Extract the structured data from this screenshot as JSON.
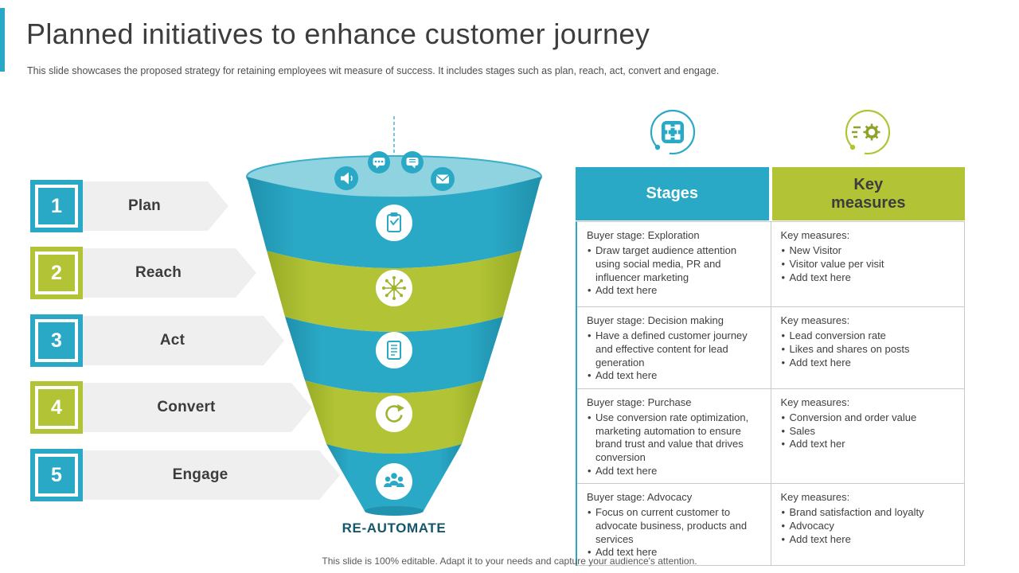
{
  "colors": {
    "teal": "#2aa9c7",
    "green": "#b2c435",
    "light_blue": "#8fd2e0",
    "arrow_gray": "#efefef",
    "text_dark": "#3d3d3d"
  },
  "slide": {
    "title": "Planned initiatives to enhance customer journey",
    "subtitle": "This slide showcases the proposed strategy for retaining employees wit measure of success. It includes stages such as plan, reach, act, convert and engage.",
    "footer": "This slide is 100% editable. Adapt it to your needs and capture your audience's attention."
  },
  "stage_list": [
    {
      "number": "1",
      "label": "Plan"
    },
    {
      "number": "2",
      "label": "Reach"
    },
    {
      "number": "3",
      "label": "Act"
    },
    {
      "number": "4",
      "label": "Convert"
    },
    {
      "number": "5",
      "label": "Engage"
    }
  ],
  "funnel": {
    "caption": "RE-AUTOMATE",
    "top_icons": [
      "speaker-icon",
      "chat-dots-icon",
      "chat-lines-icon",
      "mail-icon"
    ],
    "layers": [
      {
        "color": "#2aa9c7",
        "icon": "clipboard-icon"
      },
      {
        "color": "#b2c435",
        "icon": "network-icon"
      },
      {
        "color": "#2aa9c7",
        "icon": "document-icon"
      },
      {
        "color": "#b2c435",
        "icon": "refresh-icon"
      },
      {
        "color": "#2aa9c7",
        "icon": "people-icon"
      }
    ]
  },
  "table_icons": [
    "integration-icon",
    "automation-icon"
  ],
  "table": {
    "header": {
      "stages": "Stages",
      "key_measures": "Key measures"
    },
    "rows": [
      {
        "stage": {
          "title": "Buyer stage: Exploration",
          "bullets": [
            "Draw target audience attention using social media, PR and influencer marketing",
            "Add text here"
          ]
        },
        "measures": {
          "title": "Key measures:",
          "bullets": [
            "New Visitor",
            "Visitor value per visit",
            "Add text here"
          ]
        }
      },
      {
        "stage": {
          "title": "Buyer stage: Decision making",
          "bullets": [
            "Have a defined customer journey and effective content for lead generation",
            "Add text here"
          ]
        },
        "measures": {
          "title": "Key measures:",
          "bullets": [
            "Lead conversion rate",
            "Likes and shares on posts",
            "Add text here"
          ]
        }
      },
      {
        "stage": {
          "title": "Buyer stage: Purchase",
          "bullets": [
            "Use conversion rate optimization, marketing automation to ensure brand trust and value that drives conversion",
            "Add text here"
          ]
        },
        "measures": {
          "title": "Key measures:",
          "bullets": [
            "Conversion and order value",
            "Sales",
            "Add text her"
          ]
        }
      },
      {
        "stage": {
          "title": "Buyer stage: Advocacy",
          "bullets": [
            "Focus on current customer to advocate business, products and services",
            "Add text here"
          ]
        },
        "measures": {
          "title": "Key measures:",
          "bullets": [
            "Brand satisfaction and loyalty",
            "Advocacy",
            "Add text here"
          ]
        }
      }
    ]
  }
}
